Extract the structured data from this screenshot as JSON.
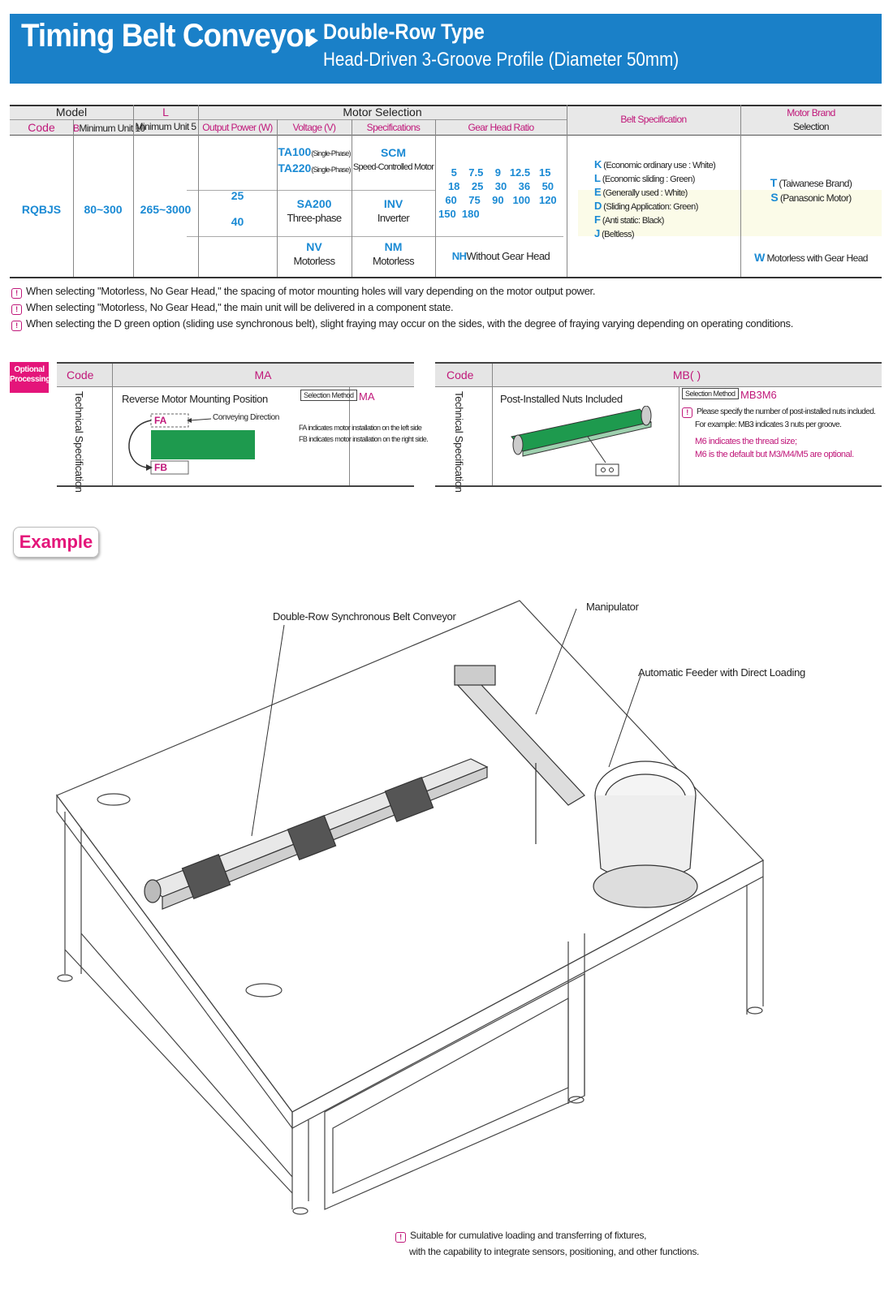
{
  "header": {
    "title": "Timing Belt Conveyor",
    "subtitle1": "Double-Row Type",
    "subtitle2": "Head-Driven 3-Groove Profile (Diameter 50mm)"
  },
  "table": {
    "model": "Model",
    "code": "Code",
    "b_prefix": "B",
    "b_label": "Minimum Unit 10",
    "l_prefix": "L",
    "l_label": "Minimum Unit 5",
    "motor_selection": "Motor Selection",
    "output_power": "Output Power (W)",
    "voltage": "Voltage (V)",
    "specifications": "Specifications",
    "gear_head_ratio": "Gear Head Ratio",
    "belt_spec": "Belt Specification",
    "motor_brand": "Motor Brand",
    "selection": "Selection",
    "code_value": "RQBJS",
    "b_value": "80~300",
    "l_value": "265~3000",
    "power_25": "25",
    "power_40": "40",
    "ta100": "TA100",
    "ta100_note": "(Single-Phase)",
    "ta220": "TA220",
    "ta220_note": "(Single-Phase)",
    "scm": "SCM",
    "scm_desc": "Speed-Controlled Motor",
    "sa200": "SA200",
    "sa200_desc": "Three-phase",
    "inv": "INV",
    "inv_desc": "Inverter",
    "nv": "NV",
    "nv_desc": "Motorless",
    "nm": "NM",
    "nm_desc": "Motorless",
    "ratios_row1": "5    7.5    9   12.5   15",
    "ratios_row2": "18    25    30    36    50",
    "ratios_row3": "60    75    90   100   120",
    "ratios_row4": "150  180",
    "nh": "NH",
    "nh_desc": "Without Gear Head",
    "belts": [
      {
        "code": "K",
        "desc": "(Economic ordinary use : White)"
      },
      {
        "code": "L",
        "desc": "(Economic sliding : Green)"
      },
      {
        "code": "E",
        "desc": "(Generally used : White)"
      },
      {
        "code": "D",
        "desc": "(Sliding Application: Green)"
      },
      {
        "code": "F",
        "desc": "(Anti static: Black)"
      },
      {
        "code": "J",
        "desc": "(Beltless)"
      }
    ],
    "brand_t": "T",
    "brand_t_desc": "(Taiwanese Brand)",
    "brand_s": "S",
    "brand_s_desc": "(Panasonic Motor)",
    "brand_w": "W",
    "brand_w_desc": "Motorless with Gear Head"
  },
  "notes": [
    "When selecting \"Motorless, No Gear Head,\" the spacing of motor mounting holes will vary depending on the motor output power.",
    "When selecting \"Motorless, No Gear Head,\" the main unit will be delivered in a component state.",
    "When selecting the D green option (sliding use synchronous belt), slight fraying may occur on the sides, with the degree of fraying varying depending on operating conditions."
  ],
  "optional": {
    "badge": "Optional Processing",
    "ma": {
      "code_label": "Code",
      "code_value": "MA",
      "tech_spec": "Technical Specification",
      "title": "Reverse Motor Mounting Position",
      "fa": "FA",
      "fb": "FB",
      "conveying": "Conveying Direction",
      "selection_method": "Selection Method",
      "method_value": "MA",
      "desc1": "FA indicates motor installation on the left side",
      "desc2": "FB indicates motor installation on the right side."
    },
    "mb": {
      "code_label": "Code",
      "code_value": "MB( )",
      "tech_spec": "Technical Specification",
      "title": "Post-Installed Nuts Included",
      "selection_method": "Selection Method",
      "method_value": "MB3M6",
      "desc1": "Please specify the number of post-installed nuts included.",
      "desc2": "For example: MB3 indicates 3 nuts per groove.",
      "desc3": "M6 indicates the thread size;",
      "desc4": "M6 is the default but M3/M4/M5 are optional."
    }
  },
  "example": {
    "button": "Example",
    "label_conveyor": "Double-Row Synchronous Belt Conveyor",
    "label_manipulator": "Manipulator",
    "label_feeder": "Automatic Feeder with Direct Loading",
    "bottom1": "Suitable for cumulative loading and transferring of fixtures,",
    "bottom2": "with the capability to integrate sensors, positioning, and other functions."
  },
  "colors": {
    "brand_blue": "#1a80c8",
    "accent_blue": "#1a8ad4",
    "magenta": "#c0187a",
    "belt_green": "#1e9a4e"
  }
}
